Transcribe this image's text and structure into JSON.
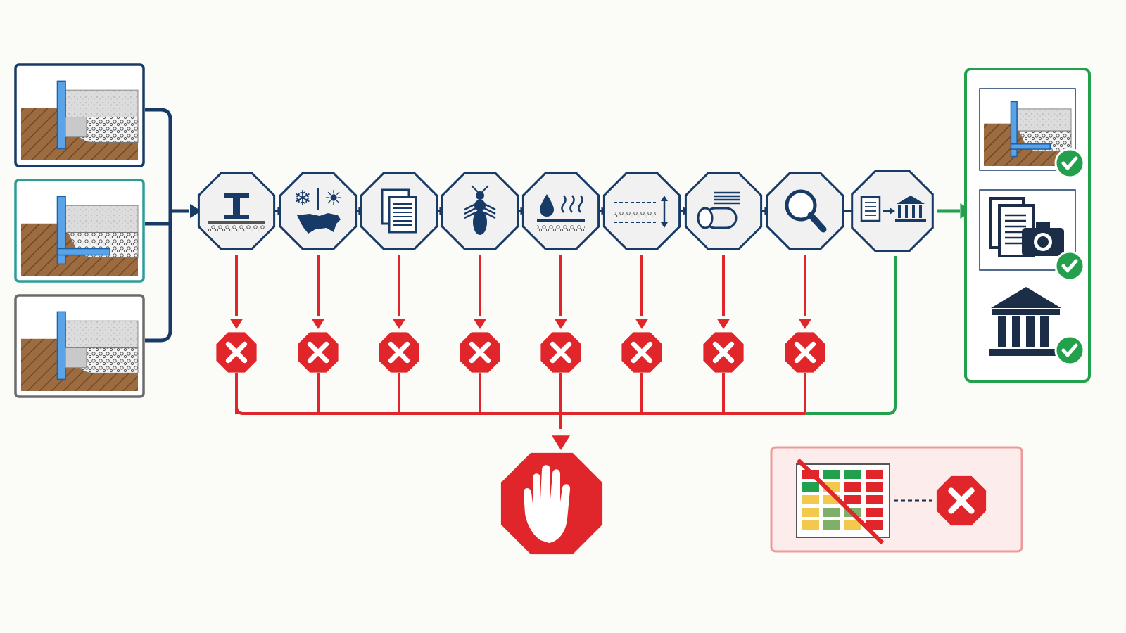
{
  "colors": {
    "background": "#fbfbf8",
    "navy": "#173a66",
    "reject_red": "#e0262b",
    "approve_green": "#23a04c",
    "teal_frame": "#2a9d9a",
    "gray_frame": "#6b6b6b",
    "soil": "#9c6b40",
    "insulation_blue": "#5aa3e6",
    "concrete": "#dcdcdc",
    "stop_panel_fill": "#fdecec",
    "stop_panel_border": "#ef9a9a"
  },
  "inputs": [
    {
      "name": "foundation-detail-a",
      "frame_color": "#173a66"
    },
    {
      "name": "foundation-detail-b",
      "frame_color": "#2a9d9a"
    },
    {
      "name": "foundation-detail-c",
      "frame_color": "#6b6b6b"
    }
  ],
  "checkpoints": [
    {
      "icon": "structural-load-icon",
      "rejects": true
    },
    {
      "icon": "climate-zone-icon",
      "rejects": true
    },
    {
      "icon": "documentation-icon",
      "rejects": true
    },
    {
      "icon": "termite-icon",
      "rejects": true
    },
    {
      "icon": "moisture-vapor-icon",
      "rejects": true
    },
    {
      "icon": "layer-thickness-icon",
      "rejects": true
    },
    {
      "icon": "insulation-roll-icon",
      "rejects": true
    },
    {
      "icon": "inspection-magnifier-icon",
      "rejects": true
    },
    {
      "icon": "submit-to-authority-icon",
      "rejects": false
    }
  ],
  "outputs": [
    {
      "icon": "approved-detail-icon",
      "status": "check"
    },
    {
      "icon": "documents-and-photo-icon",
      "status": "check"
    },
    {
      "icon": "authority-building-icon",
      "status": "check"
    }
  ],
  "stop_icon": "stop-hand-icon",
  "rejection_panel": {
    "grid_colors": [
      [
        "#e0262b",
        "#23a04c",
        "#23a04c",
        "#e0262b"
      ],
      [
        "#23a04c",
        "#f2c94c",
        "#e0262b",
        "#e0262b"
      ],
      [
        "#f2c94c",
        "#f2c94c",
        "#e0262b",
        "#e0262b"
      ],
      [
        "#f2c94c",
        "#7fb069",
        "#7fb069",
        "#e0262b"
      ],
      [
        "#f2c94c",
        "#7fb069",
        "#f2c94c",
        "#e0262b"
      ]
    ]
  }
}
